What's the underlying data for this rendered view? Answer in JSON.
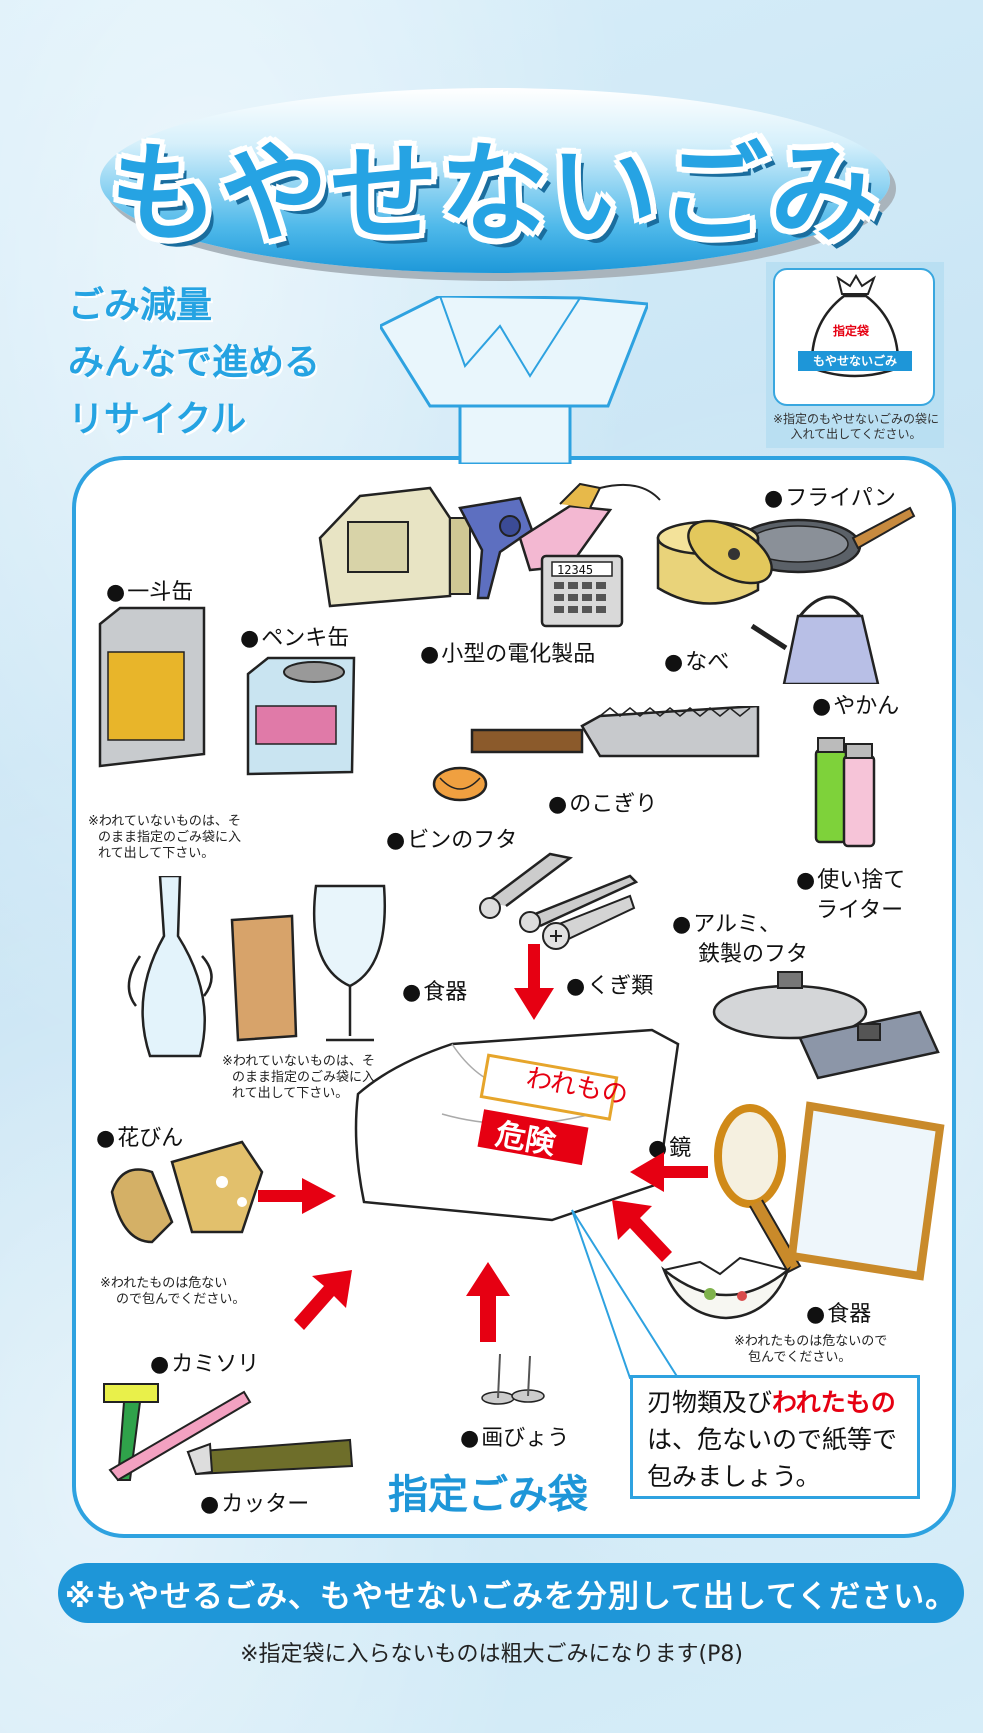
{
  "title": "もやせないごみ",
  "slogan": [
    "ごみ減量",
    "みんなで進める",
    "リサイクル"
  ],
  "bin": {
    "tag": "指定袋",
    "label": "もやせないごみ",
    "note": "※指定のもやせないごみの袋に入れて出してください。"
  },
  "items": {
    "small_appliances": "小型の電化製品",
    "frying_pan": "フライパン",
    "pot": "なべ",
    "kettle": "やかん",
    "oil_can": "一斗缶",
    "paint_can": "ペンキ缶",
    "saw": "のこぎり",
    "bottle_cap": "ビンのフタ",
    "lighter_1": "使い捨て",
    "lighter_2": "ライター",
    "nails": "くぎ類",
    "aluminum_lid_1": "アルミ、",
    "aluminum_lid_2": "鉄製のフタ",
    "tableware_top": "食器",
    "vase": "花びん",
    "mirror": "鏡",
    "tableware_bottom": "食器",
    "razor": "カミソリ",
    "cutter": "カッター",
    "thumbtack": "画びょう"
  },
  "notes": {
    "cans_line1": "※われていないものは、そ",
    "cans_line2": "のまま指定のごみ袋に入",
    "cans_line3": "れて出して下さい。",
    "glass_line1": "※われていないものは、そ",
    "glass_line2": "のまま指定のごみ袋に入",
    "glass_line3": "れて出して下さい。",
    "vase_line1": "※われたものは危ない",
    "vase_line2": "ので包んでください。",
    "tableware_line1": "※われたものは危ないので",
    "tableware_line2": "包んでください。"
  },
  "bag": {
    "tag": "われもの",
    "danger": "危険",
    "caption": "指定ごみ袋"
  },
  "warning": {
    "part1": "刃物類及び",
    "red": "われたもの",
    "part2": "は、危ないので紙等で",
    "part3": "包みましょう。"
  },
  "calculator_display": "12345",
  "banner": "※もやせるごみ、もやせないごみを分別して出してください。",
  "footnote": "※指定袋に入らないものは粗大ごみになります(P8)",
  "colors": {
    "accent_blue": "#1e96d8",
    "title_blue": "#26a3e3",
    "danger_red": "#e60012",
    "arrow_red": "#e60012"
  }
}
